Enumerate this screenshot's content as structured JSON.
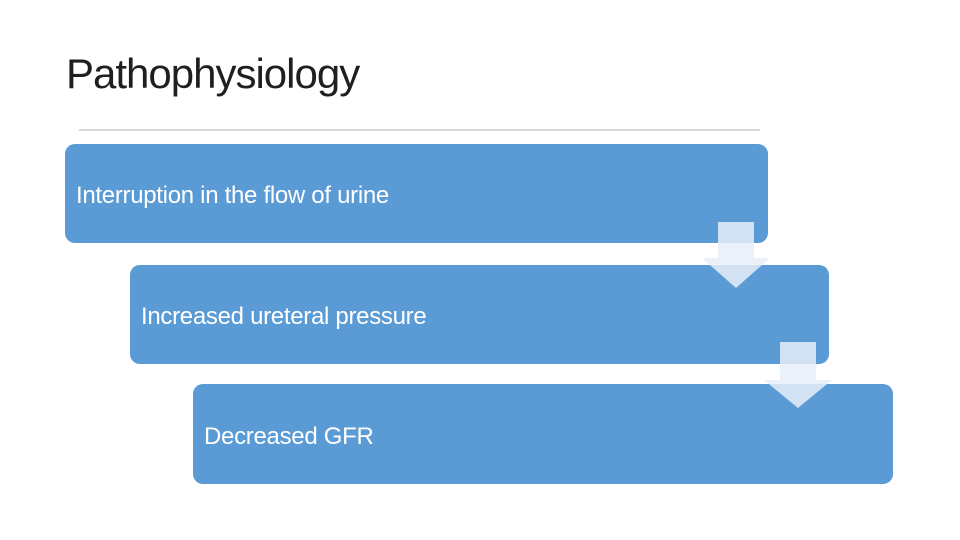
{
  "slide": {
    "title": "Pathophysiology"
  },
  "colors": {
    "background": "#ffffff",
    "title_text": "#1f1f1f",
    "box_fill": "#5b9bd5",
    "box_text": "#ffffff",
    "arrow_fill": "#e7eef8",
    "divider_line": "#d8d8d8"
  },
  "diagram": {
    "type": "staircase-process-flow",
    "direction": "top-left to bottom-right",
    "connector": "down-arrow",
    "steps": [
      {
        "order": 1,
        "label": "Interruption in the flow of urine"
      },
      {
        "order": 2,
        "label": "Increased ureteral pressure"
      },
      {
        "order": 3,
        "label": "Decreased GFR"
      }
    ]
  }
}
